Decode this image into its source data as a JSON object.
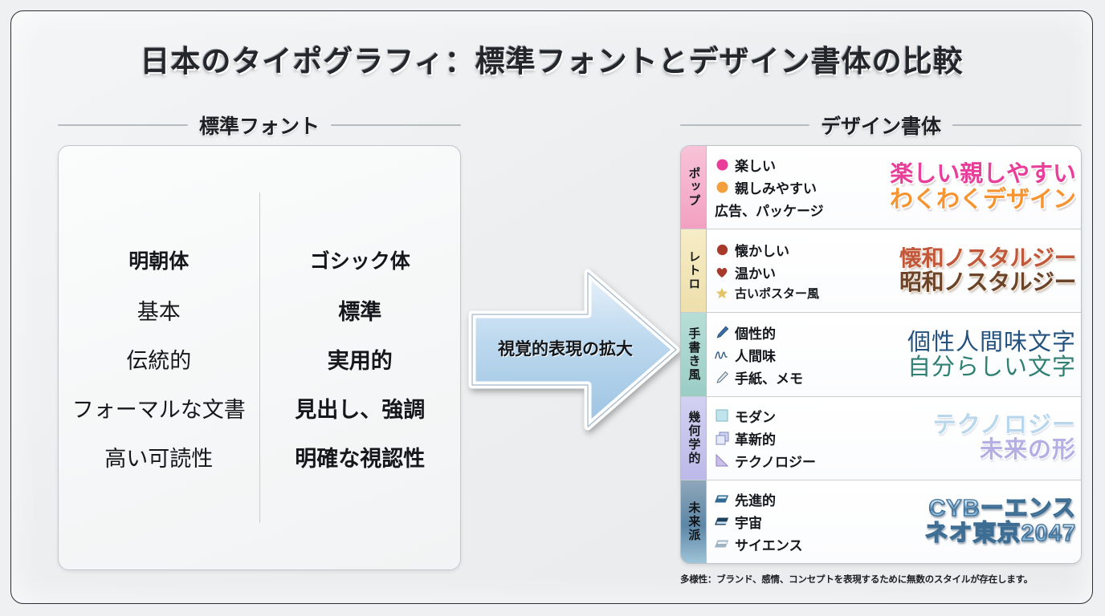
{
  "title": "日本のタイポグラフィ：標準フォントとデザイン書体の比較",
  "standard": {
    "heading": "標準フォント",
    "columns": [
      {
        "title": "明朝体",
        "items": [
          "基本",
          "伝統的",
          "フォーマルな文書",
          "高い可読性"
        ]
      },
      {
        "title": "ゴシック体",
        "items": [
          "標準",
          "実用的",
          "見出し、強調",
          "明確な視認性"
        ]
      }
    ]
  },
  "arrow": {
    "label": "視覚的表現の拡大",
    "color": "#aecbe6"
  },
  "design": {
    "heading": "デザイン書体",
    "footnote": "多様性：ブランド、感情、コンセプトを表現するために無数のスタイルが存在します。",
    "rows": [
      {
        "category": "ポップ",
        "label_color": "#f5aec8",
        "traits": [
          "楽しい",
          "親しみやすい",
          "広告、パッケージ"
        ],
        "icons": [
          "pink-circle-icon",
          "orange-circle-icon",
          "none-icon"
        ],
        "sample_lines": [
          "楽しい親しやすい",
          "わくわくデザイン"
        ],
        "accent": "#e8409a",
        "accent2": "#f59430"
      },
      {
        "category": "レトロ",
        "label_color": "#f2e5b8",
        "traits": [
          "懐かしい",
          "温かい",
          "古いポスター風"
        ],
        "icons": [
          "red-blob-icon",
          "red-heart-icon",
          "gold-star-icon"
        ],
        "sample_lines": [
          "懐和ノスタルジー",
          "昭和ノスタルジー"
        ],
        "accent": "#c0563a",
        "accent2": "#6b4329"
      },
      {
        "category": "手書き風",
        "label_color": "#a5d3cc",
        "traits": [
          "個性的",
          "人間味",
          "手紙、メモ"
        ],
        "icons": [
          "pen-icon",
          "signature-icon",
          "pencil-icon"
        ],
        "sample_lines": [
          "個性人間味文字",
          "自分らしい文字"
        ],
        "accent": "#24527e",
        "accent2": "#2f7f72"
      },
      {
        "category": "幾何学的",
        "label_color": "#c5c3ec",
        "traits": [
          "モダン",
          "革新的",
          "テクノロジー"
        ],
        "icons": [
          "cyan-square-icon",
          "stacked-squares-icon",
          "lavender-triangle-icon"
        ],
        "sample_lines": [
          "テクノロジー",
          "未来の形"
        ],
        "accent": "#b9d7ec",
        "accent2": "#b3aee4"
      },
      {
        "category": "未来派",
        "label_color": "#6f93ad",
        "traits": [
          "先進的",
          "宇宙",
          "サイエンス"
        ],
        "icons": [
          "chrome-bar-icon",
          "chrome-bar-icon",
          "chrome-bar-icon"
        ],
        "sample_lines": [
          "CYBーエンス",
          "ネオ東京2047"
        ],
        "accent": "#4f7fa8",
        "accent2": "#4f7fa8"
      }
    ]
  }
}
